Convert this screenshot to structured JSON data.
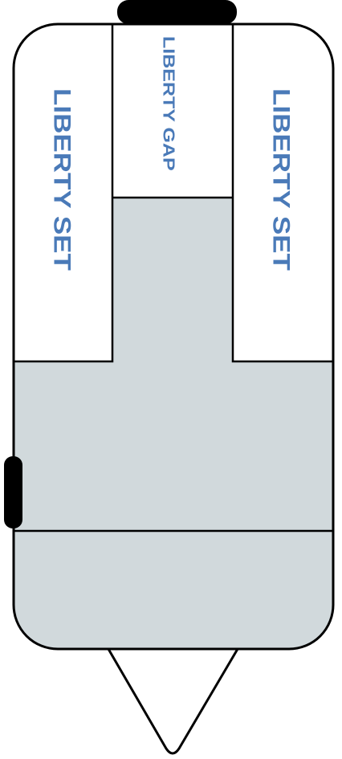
{
  "labels": {
    "left_zone": "LIBERTY SET",
    "center_zone": "LIBERTY GAP",
    "right_zone": "LIBERTY SET"
  },
  "colors": {
    "label_text": "#4a7ab8",
    "body_fill": "#d1d9dc",
    "zone_fill": "#ffffff",
    "outline": "#000000"
  },
  "icons": {
    "top_handle": "rounded-bar",
    "side_handle": "rounded-bar",
    "bottom_tip": "triangle-point"
  }
}
